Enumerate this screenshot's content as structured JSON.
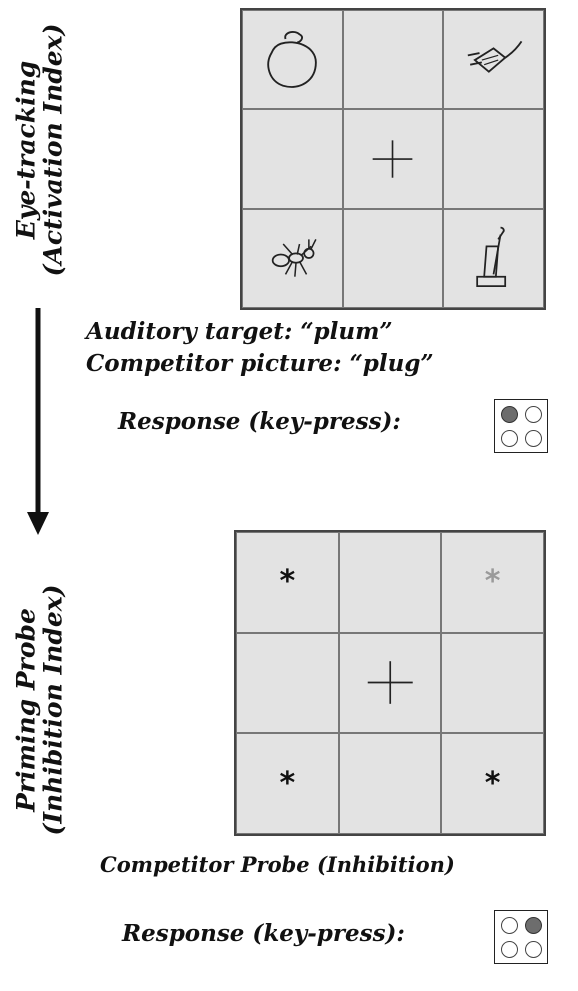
{
  "left_labels": {
    "top": {
      "line1": "Eye-tracking",
      "line2": "(Activation Index)"
    },
    "bottom": {
      "line1": "Priming Probe",
      "line2": "(Inhibition Index)"
    }
  },
  "top_grid": {
    "cells": [
      "plum-icon",
      "",
      "plug-icon",
      "",
      "fixation-cross",
      "",
      "ant-icon",
      "",
      "vacuum-icon"
    ]
  },
  "captions": {
    "auditory_target": "Auditory target: “plum”",
    "competitor_picture": "Competitor picture: “plug”",
    "response_top": "Response (key-press):",
    "competitor_probe": "Competitor Probe (Inhibition)",
    "response_bottom": "Response (key-press):"
  },
  "bottom_grid": {
    "stars": [
      "*",
      "*",
      "*",
      "*"
    ],
    "star_colors": {
      "normal": "#111111",
      "faded": "#9a9a9a"
    }
  },
  "keypads": {
    "top_pressed": [
      true,
      false,
      false,
      false
    ],
    "bottom_pressed": [
      false,
      true,
      false,
      false
    ]
  }
}
